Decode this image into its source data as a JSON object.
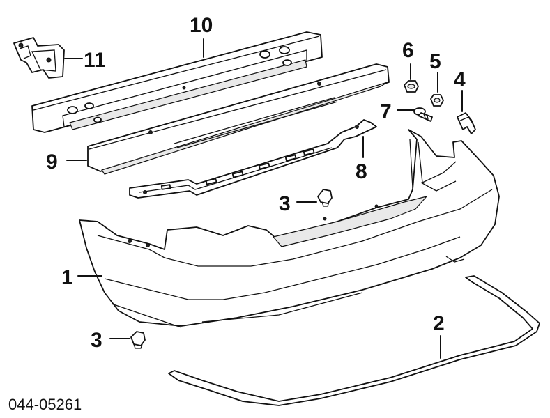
{
  "diagram": {
    "callouts": [
      "10",
      "11",
      "6",
      "5",
      "4",
      "7",
      "9",
      "8",
      "3",
      "1",
      "3",
      "2"
    ],
    "code": "044-05261"
  }
}
